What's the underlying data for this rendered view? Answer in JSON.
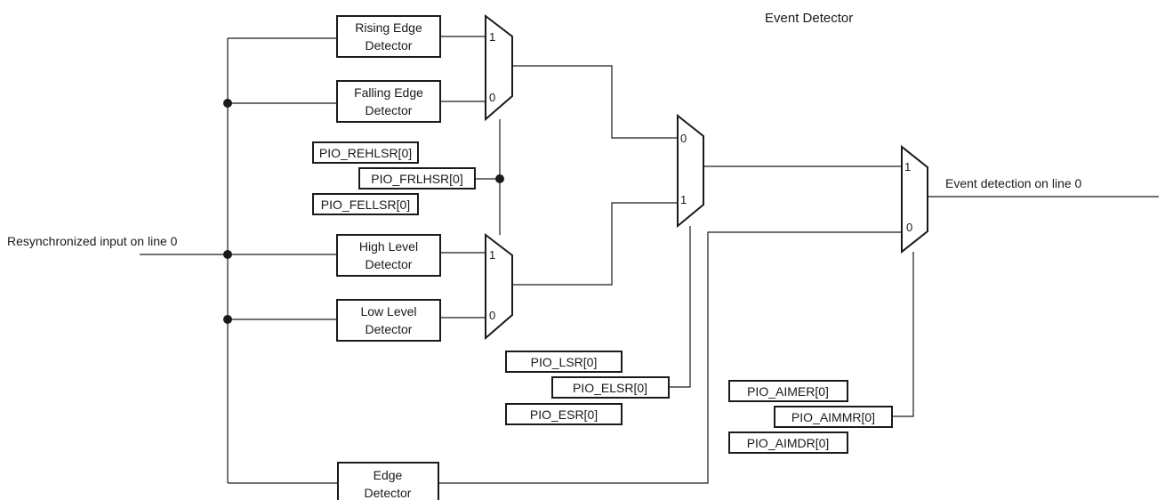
{
  "title": "Event Detector",
  "input_label": "Resynchronized input on line 0",
  "output_label": "Event detection on line 0",
  "blocks": {
    "rising_edge": [
      "Rising Edge",
      "Detector"
    ],
    "falling_edge": [
      "Falling Edge",
      "Detector"
    ],
    "high_level": [
      "High Level",
      "Detector"
    ],
    "low_level": [
      "Low Level",
      "Detector"
    ],
    "edge": [
      "Edge",
      "Detector"
    ]
  },
  "registers": {
    "rehlsr": "PIO_REHLSR[0]",
    "frlhsr": "PIO_FRLHSR[0]",
    "fellsr": "PIO_FELLSR[0]",
    "lsr": "PIO_LSR[0]",
    "elsr": "PIO_ELSR[0]",
    "esr": "PIO_ESR[0]",
    "aimer": "PIO_AIMER[0]",
    "aimmr": "PIO_AIMMR[0]",
    "aimdr": "PIO_AIMDR[0]"
  },
  "mux_inputs": {
    "edge_mux": [
      "1",
      "0"
    ],
    "level_mux": [
      "1",
      "0"
    ],
    "select_mux": [
      "0",
      "1"
    ],
    "output_mux": [
      "1",
      "0"
    ]
  }
}
